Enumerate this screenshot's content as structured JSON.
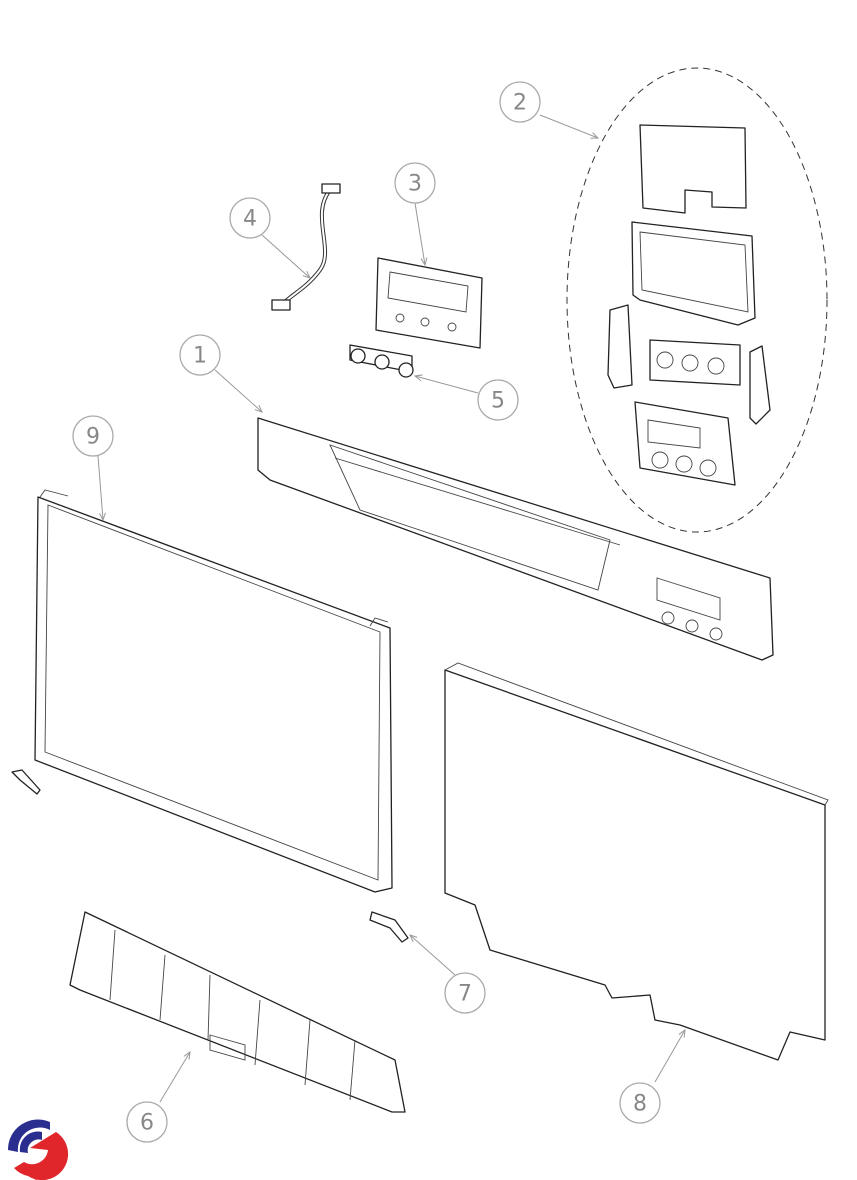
{
  "diagram": {
    "type": "exploded parts diagram",
    "callouts": [
      "1",
      "2",
      "3",
      "4",
      "5",
      "6",
      "7",
      "8",
      "9"
    ],
    "colors": {
      "line": "#222222",
      "callout": "#888888",
      "logo_blue": "#2a2f8f",
      "logo_red": "#e0262b"
    }
  }
}
